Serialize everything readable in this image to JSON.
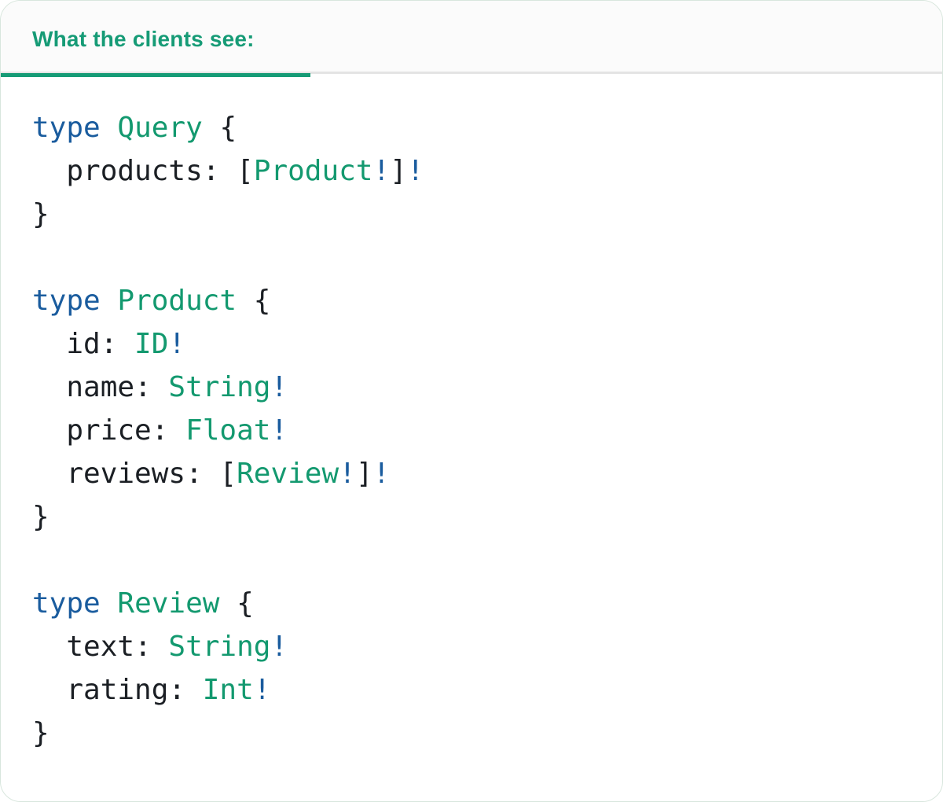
{
  "panel": {
    "tab_label": "What the clients see:",
    "colors": {
      "accent_green": "#169B76",
      "keyword_blue": "#1A5C9E",
      "type_green": "#13996F",
      "text_dark": "#1B1F24",
      "divider_gray": "#E4E4E4",
      "header_bg": "#FBFBFB",
      "card_border": "#D8E6DD",
      "card_bg": "#FFFFFF"
    }
  },
  "code": {
    "language": "graphql",
    "lines": [
      [
        {
          "c": "kw",
          "t": "type"
        },
        {
          "c": "pl",
          "t": " "
        },
        {
          "c": "ty",
          "t": "Query"
        },
        {
          "c": "pl",
          "t": " {"
        }
      ],
      [
        {
          "c": "pl",
          "t": "  products: ["
        },
        {
          "c": "ty",
          "t": "Product"
        },
        {
          "c": "bg",
          "t": "!"
        },
        {
          "c": "pl",
          "t": "]"
        },
        {
          "c": "bg",
          "t": "!"
        }
      ],
      [
        {
          "c": "pl",
          "t": "}"
        }
      ],
      [],
      [
        {
          "c": "kw",
          "t": "type"
        },
        {
          "c": "pl",
          "t": " "
        },
        {
          "c": "ty",
          "t": "Product"
        },
        {
          "c": "pl",
          "t": " {"
        }
      ],
      [
        {
          "c": "pl",
          "t": "  id: "
        },
        {
          "c": "ty",
          "t": "ID"
        },
        {
          "c": "bg",
          "t": "!"
        }
      ],
      [
        {
          "c": "pl",
          "t": "  name: "
        },
        {
          "c": "ty",
          "t": "String"
        },
        {
          "c": "bg",
          "t": "!"
        }
      ],
      [
        {
          "c": "pl",
          "t": "  price: "
        },
        {
          "c": "ty",
          "t": "Float"
        },
        {
          "c": "bg",
          "t": "!"
        }
      ],
      [
        {
          "c": "pl",
          "t": "  reviews: ["
        },
        {
          "c": "ty",
          "t": "Review"
        },
        {
          "c": "bg",
          "t": "!"
        },
        {
          "c": "pl",
          "t": "]"
        },
        {
          "c": "bg",
          "t": "!"
        }
      ],
      [
        {
          "c": "pl",
          "t": "}"
        }
      ],
      [],
      [
        {
          "c": "kw",
          "t": "type"
        },
        {
          "c": "pl",
          "t": " "
        },
        {
          "c": "ty",
          "t": "Review"
        },
        {
          "c": "pl",
          "t": " {"
        }
      ],
      [
        {
          "c": "pl",
          "t": "  text: "
        },
        {
          "c": "ty",
          "t": "String"
        },
        {
          "c": "bg",
          "t": "!"
        }
      ],
      [
        {
          "c": "pl",
          "t": "  rating: "
        },
        {
          "c": "ty",
          "t": "Int"
        },
        {
          "c": "bg",
          "t": "!"
        }
      ],
      [
        {
          "c": "pl",
          "t": "}"
        }
      ]
    ]
  }
}
